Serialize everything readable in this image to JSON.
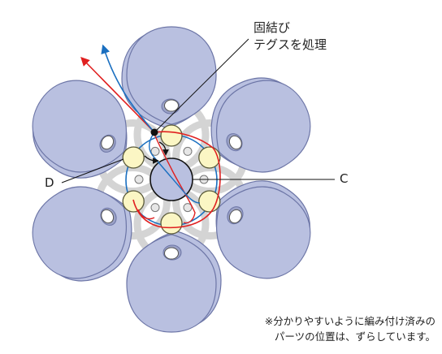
{
  "labels": {
    "knot_line1": "固結び",
    "knot_line2": "テグスを処理",
    "d": "D",
    "c": "C"
  },
  "note": {
    "line1": "※分かりやすいように編み付け済みの",
    "line2": "パーツの位置は、ずらしています。"
  },
  "colors": {
    "petal_fill": "#b9c0e0",
    "petal_stroke": "#6c75a6",
    "bead_fill": "#fbf6c4",
    "bead_stroke": "#5a5a3a",
    "center_bead": "#b9c0e0",
    "thread_red": "#e02020",
    "thread_blue": "#1a6fc0",
    "pattern_gray": "#d4d4d4"
  }
}
